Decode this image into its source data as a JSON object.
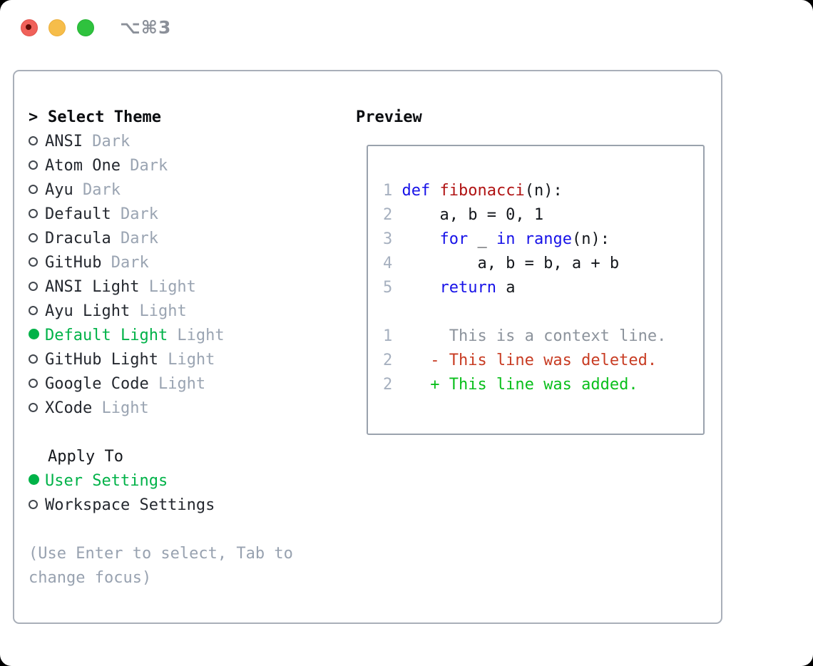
{
  "window": {
    "title": "⌥⌘3"
  },
  "theme_panel": {
    "cursor": ">",
    "title": "Select Theme",
    "themes": [
      {
        "name": "ANSI",
        "variant": "Dark",
        "selected": false
      },
      {
        "name": "Atom One",
        "variant": "Dark",
        "selected": false
      },
      {
        "name": "Ayu",
        "variant": "Dark",
        "selected": false
      },
      {
        "name": "Default",
        "variant": "Dark",
        "selected": false
      },
      {
        "name": "Dracula",
        "variant": "Dark",
        "selected": false
      },
      {
        "name": "GitHub",
        "variant": "Dark",
        "selected": false
      },
      {
        "name": "ANSI Light",
        "variant": "Light",
        "selected": false
      },
      {
        "name": "Ayu Light",
        "variant": "Light",
        "selected": false
      },
      {
        "name": "Default Light",
        "variant": "Light",
        "selected": true
      },
      {
        "name": "GitHub Light",
        "variant": "Light",
        "selected": false
      },
      {
        "name": "Google Code",
        "variant": "Light",
        "selected": false
      },
      {
        "name": "XCode",
        "variant": "Light",
        "selected": false
      }
    ],
    "apply_to": {
      "title": "Apply To",
      "options": [
        {
          "label": "User Settings",
          "selected": true
        },
        {
          "label": "Workspace Settings",
          "selected": false
        }
      ]
    },
    "hint": "(Use Enter to select, Tab to change focus)"
  },
  "preview": {
    "title": "Preview",
    "lines": [
      {
        "n": "1",
        "segs": [
          {
            "c": "kw",
            "t": "def"
          },
          {
            "c": "pl",
            "t": " "
          },
          {
            "c": "fn",
            "t": "fibonacci"
          },
          {
            "c": "pl",
            "t": "(n):"
          }
        ]
      },
      {
        "n": "2",
        "segs": [
          {
            "c": "pl",
            "t": "    a, b = 0, 1"
          }
        ]
      },
      {
        "n": "3",
        "segs": [
          {
            "c": "pl",
            "t": "    "
          },
          {
            "c": "kw",
            "t": "for"
          },
          {
            "c": "pl",
            "t": " _ "
          },
          {
            "c": "kw",
            "t": "in"
          },
          {
            "c": "pl",
            "t": " "
          },
          {
            "c": "kw",
            "t": "range"
          },
          {
            "c": "pl",
            "t": "(n):"
          }
        ]
      },
      {
        "n": "4",
        "segs": [
          {
            "c": "pl",
            "t": "        a, b = b, a + b"
          }
        ]
      },
      {
        "n": "5",
        "segs": [
          {
            "c": "pl",
            "t": "    "
          },
          {
            "c": "kw",
            "t": "return"
          },
          {
            "c": "pl",
            "t": " a"
          }
        ]
      },
      {
        "n": "",
        "segs": []
      },
      {
        "n": "1",
        "segs": [
          {
            "c": "ctx",
            "t": "     This is a context line."
          }
        ]
      },
      {
        "n": "2",
        "segs": [
          {
            "c": "del",
            "t": "   - This line was deleted."
          }
        ]
      },
      {
        "n": "2",
        "segs": [
          {
            "c": "add",
            "t": "   + This line was added."
          }
        ]
      }
    ]
  },
  "colors": {
    "accent_green": "#00b248",
    "keyword_blue": "#1712e8",
    "function_red": "#b01313",
    "diff_deleted_red": "#c83c23",
    "diff_added_green": "#0abf1c",
    "line_number_gray": "#a6b0bf",
    "muted_gray": "#9aa4b2",
    "panel_border": "#a9afb9",
    "traffic_red": "#f0615a",
    "traffic_yellow": "#f6bd4a",
    "traffic_green": "#2fc23e"
  }
}
